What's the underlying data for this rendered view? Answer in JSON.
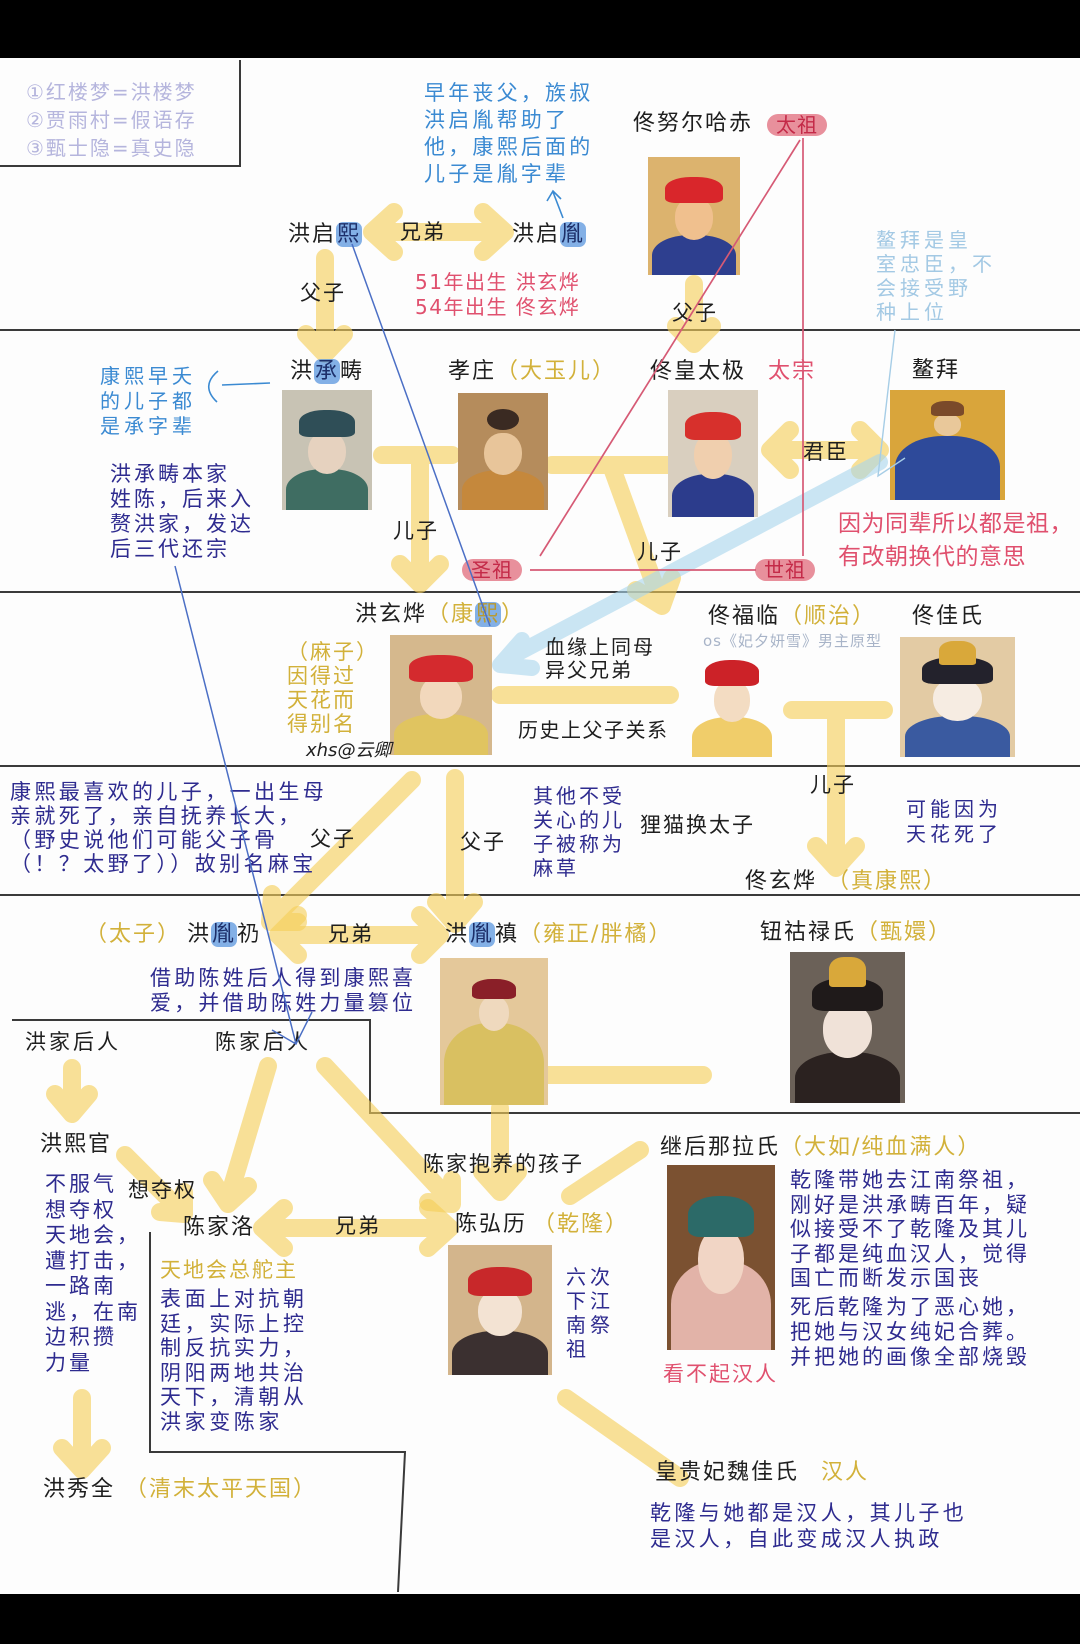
{
  "legend": {
    "lines": [
      "①红楼梦=洪楼梦",
      "②贾雨村=假语存",
      "③甄士隐=真史隐"
    ]
  },
  "gen1": {
    "hong_qixi": {
      "prefix": "洪启",
      "highlight": "熙"
    },
    "hong_qiyin": {
      "prefix": "洪启",
      "highlight": "胤"
    },
    "brothers": "兄弟",
    "father_son": "父子",
    "qiyin_note": [
      "早年丧父，族叔",
      "洪启胤帮助了",
      "他，康熙后面的",
      "儿子是胤字辈"
    ],
    "birth_note": [
      "51年出生 洪玄烨",
      "54年出生 佟玄烨"
    ],
    "nurhaci": {
      "name": "佟努尔哈赤",
      "title": "太祖",
      "father_son": "父子"
    },
    "oboi_note": [
      "鳌拜是皇",
      "室忠臣，不",
      "会接受野",
      "种上位"
    ]
  },
  "gen2": {
    "kangxi_sons_note": [
      "康熙早夭",
      "的儿子都",
      "是承字辈"
    ],
    "hong_chengchou": {
      "prefix": "洪",
      "highlight": "承",
      "suffix": "畴"
    },
    "chengchou_note": [
      "洪承畴本家",
      "姓陈，后来入",
      "赘洪家，发达",
      "后三代还宗"
    ],
    "xiaozhuang": {
      "name": "孝庄",
      "alias": "（大玉儿）"
    },
    "hong_taiji": {
      "name": "佟皇太极",
      "title": "太宗"
    },
    "oboi": {
      "name": "鳌拜"
    },
    "lord_minister": "君臣",
    "son_left": "儿子",
    "son_mid": "儿子",
    "shengzu": "圣祖",
    "shizu": "世祖",
    "zu_note": [
      "因为同辈所以都是祖，",
      "有改朝换代的意思"
    ]
  },
  "gen3": {
    "hong_xuanye": {
      "name": "洪玄烨",
      "alias_open": "（康",
      "alias_highlight": "熙",
      "alias_close": "）"
    },
    "mazi_note": [
      "（麻子）",
      "因得过",
      "天花而",
      "得别名"
    ],
    "credit": "xhs@云卿",
    "blood_note": [
      "血缘上同母",
      "异父兄弟"
    ],
    "history_note": "历史上父子关系",
    "shunzhi": {
      "name": "佟福临",
      "alias": "（顺治）",
      "aside": "os《妃夕妍雪》男主原型"
    },
    "tongjia": {
      "name": "佟佳氏"
    }
  },
  "gen4": {
    "favorite_note": [
      "康熙最喜欢的儿子，一出生母",
      "亲就死了，亲自抚养长大，",
      "（野史说他们可能父子骨",
      "（！？太野了））故别名麻宝"
    ],
    "father_son_a": "父子",
    "father_son_b": "父子",
    "other_sons_note": [
      "其他不受",
      "关心的儿",
      "子被称为",
      "麻草"
    ],
    "swap_note": "狸猫换太子",
    "son": "儿子",
    "smallpox_note": [
      "可能因为",
      "天花死了"
    ],
    "tong_xuanye": {
      "name": "佟玄烨",
      "alias": "（真康熙）"
    }
  },
  "gen5": {
    "yinreng": {
      "title": "（太子）",
      "prefix": "洪",
      "highlight": "胤",
      "suffix": "礽"
    },
    "brothers": "兄弟",
    "yinzhen": {
      "prefix": "洪",
      "highlight": "胤",
      "suffix": "禛",
      "alias": "（雍正/胖橘）"
    },
    "yongzheng_note": [
      "借助陈姓后人得到康熙喜",
      "爱，并借助陈姓力量篡位"
    ],
    "niuhulu": {
      "name": "钮祜禄氏",
      "alias": "（甄嬛）"
    },
    "hong_descendants": "洪家后人",
    "chen_descendants": "陈家后人"
  },
  "gen6": {
    "hong_xiguan": {
      "name": "洪熙官",
      "arrow_label": "想夺权",
      "note": [
        "不服气",
        "想夺权",
        "天地会，",
        "遭打击，",
        "一路南",
        "逃，在南",
        "边积攒",
        "力量"
      ]
    },
    "chen_jialuo": {
      "name": "陈家洛",
      "title": "天地会总舵主",
      "note": [
        "表面上对抗朝",
        "廷，实际上控",
        "制反抗实力，",
        "阴阳两地共治",
        "天下，清朝从",
        "洪家变陈家"
      ]
    },
    "brothers": "兄弟",
    "adopted_label": "陈家抱养的孩子",
    "qianlong": {
      "name": "陈弘历",
      "alias": "（乾隆）",
      "note": [
        "六次",
        "下江",
        "南祭",
        "祖"
      ]
    },
    "nala": {
      "name": "继后那拉氏",
      "alias": "（大如/纯血满人）",
      "note1": [
        "乾隆带她去江南祭祖，",
        "刚好是洪承畴百年，疑",
        "似接受不了乾隆及其儿",
        "子都是纯血汉人，觉得",
        "国亡而断发示国丧"
      ],
      "note2": [
        "死后乾隆为了恶心她，",
        "把她与汉女纯妃合葬。",
        "并把她的画像全部烧毁"
      ],
      "tag": "看不起汉人"
    },
    "wei": {
      "name": "皇贵妃魏佳氏",
      "tag": "汉人",
      "note": [
        "乾隆与她都是汉人，其儿子也",
        "是汉人，自此变成汉人执政"
      ]
    },
    "hong_xiuquan": {
      "name": "洪秀全",
      "alias": "（清末太平天国）"
    }
  },
  "colors": {
    "arrow_yellow": "#f5cf5c",
    "annotation_yellow": "#d2b13a",
    "red": "#e0506e",
    "blue": "#3b8ad2",
    "dark_blue": "#2e2b8f",
    "pill_bg": "#e8909c"
  }
}
